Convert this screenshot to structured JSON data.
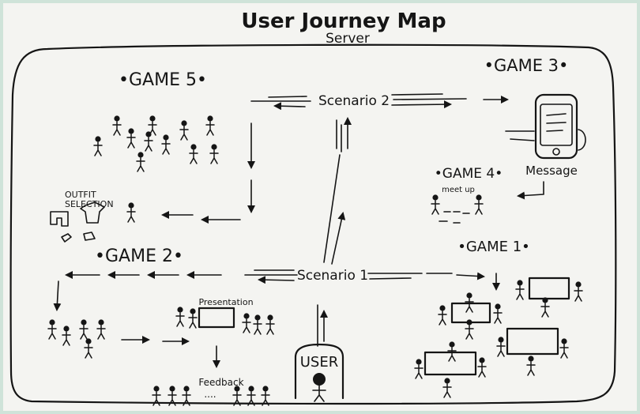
{
  "title": "User Journey Map",
  "subtitle": "Server",
  "nodes": {
    "game5": "•GAME 5•",
    "game3": "•GAME 3•",
    "game4": "•GAME 4•",
    "game4_note": "meet up",
    "game1": "•GAME 1•",
    "game2": "•GAME 2•",
    "scenario2": "Scenario 2",
    "scenario1": "Scenario 1",
    "user": "USER",
    "message": "Message",
    "outfit": "OUTFIT",
    "selection": "SELECTION",
    "presentation": "Presentation",
    "feedback": "Feedback",
    "dots": "...."
  }
}
